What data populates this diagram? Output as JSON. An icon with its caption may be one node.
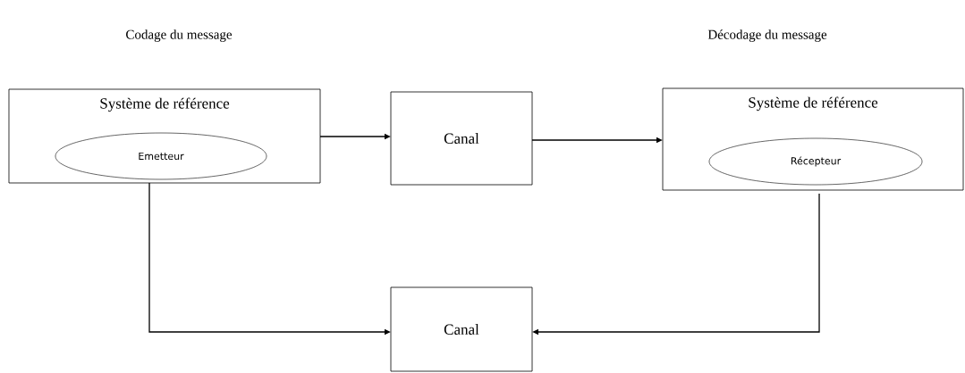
{
  "diagram": {
    "nodes": [
      {
        "text": [
          "Système de référence"
        ]
      },
      {
        "text": [
          "Emetteur"
        ],
        "in": 0
      },
      {
        "text": [
          "Canal"
        ]
      },
      {
        "text": [
          "Système de référence"
        ]
      },
      {
        "text": [
          "Récepteur"
        ],
        "in": 3
      },
      {
        "text": [
          "Canal"
        ]
      }
    ],
    "edges": [
      {
        "from": 0,
        "to": 2,
        "arrow": "to"
      },
      {
        "from": 2,
        "to": 3,
        "arrow": "to"
      },
      {
        "from": 0,
        "to": 5,
        "arrow": "to"
      },
      {
        "from": 3,
        "to": 5,
        "arrow": "to"
      }
    ],
    "labels": [
      "Codage du message",
      "Décodage du message"
    ]
  }
}
